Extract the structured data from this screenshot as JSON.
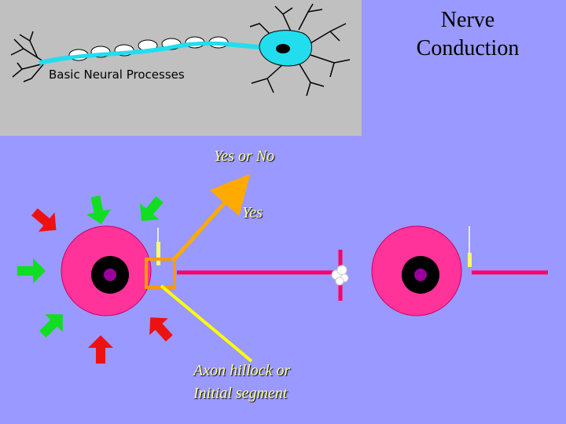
{
  "banner": {
    "caption": "Basic Neural Processes"
  },
  "slide": {
    "title_line1": "Nerve",
    "title_line2": "Conduction",
    "label_yes_or_no": "Yes or No",
    "label_yes": "Yes",
    "label_hillock_line1": "Axon hillock or",
    "label_hillock_line2": "Initial segment"
  },
  "colors": {
    "background": "#9999ff",
    "banner": "#c0c0c0",
    "cell_body": "#ff3399",
    "axon": "#ff0066",
    "nucleus_ring": "#000000",
    "nucleolus": "#990099",
    "excitatory_arrow": "#11dd22",
    "inhibitory_arrow": "#ee1111",
    "output_arrow": "#ffaa00",
    "pointer_line": "#ffff00",
    "hillock_box": "#ff9900",
    "label_text": "#ffff99",
    "banner_neuron": "#22ddee"
  }
}
